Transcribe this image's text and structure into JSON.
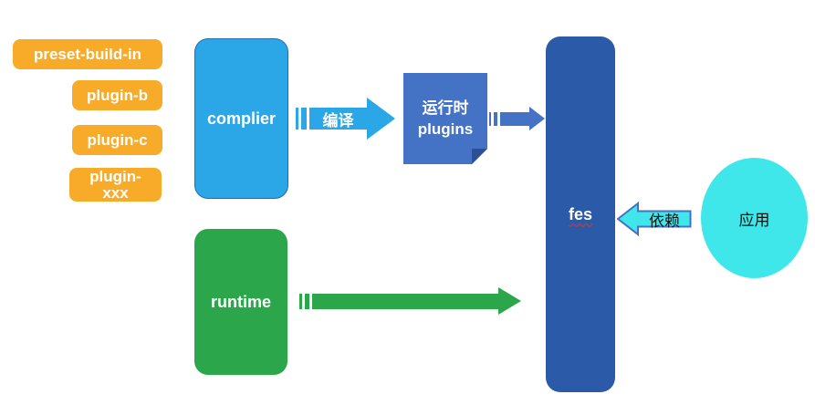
{
  "canvas": {
    "background": "#ffffff"
  },
  "plugin_chips": {
    "color": "#F8AB29",
    "text_color": "#ffffff",
    "items": [
      {
        "label": "preset-build-in"
      },
      {
        "label": "plugin-b"
      },
      {
        "label": "plugin-c"
      },
      {
        "label": "plugin-\nxxx"
      }
    ]
  },
  "compiler_box": {
    "label": "complier",
    "color": "#2BA7E8",
    "border_color": "#1f6fae",
    "text_color": "#ffffff"
  },
  "compile_arrow": {
    "label": "编译",
    "color": "#2BA7E8",
    "text_color": "#ffffff"
  },
  "runtime_plugins_note": {
    "line1": "运行时",
    "line2": "plugins",
    "color": "#4472C4",
    "fold_color": "#2D4F94",
    "text_color": "#ffffff"
  },
  "plugins_to_fes_arrow": {
    "color": "#4472C4"
  },
  "fes_box": {
    "label": "fes",
    "color": "#2B5BA8",
    "text_color": "#ffffff",
    "underline_color": "#E8321E"
  },
  "depend_arrow": {
    "label": "依赖",
    "fill": "#3FE7EA",
    "stroke": "#4472C4",
    "text_color": "#111111"
  },
  "app_ellipse": {
    "label": "应用",
    "color": "#3FE7EA",
    "text_color": "#111111"
  },
  "runtime_box": {
    "label": "runtime",
    "color": "#2CA64A",
    "text_color": "#ffffff"
  },
  "runtime_arrow": {
    "color": "#2CA64A"
  }
}
